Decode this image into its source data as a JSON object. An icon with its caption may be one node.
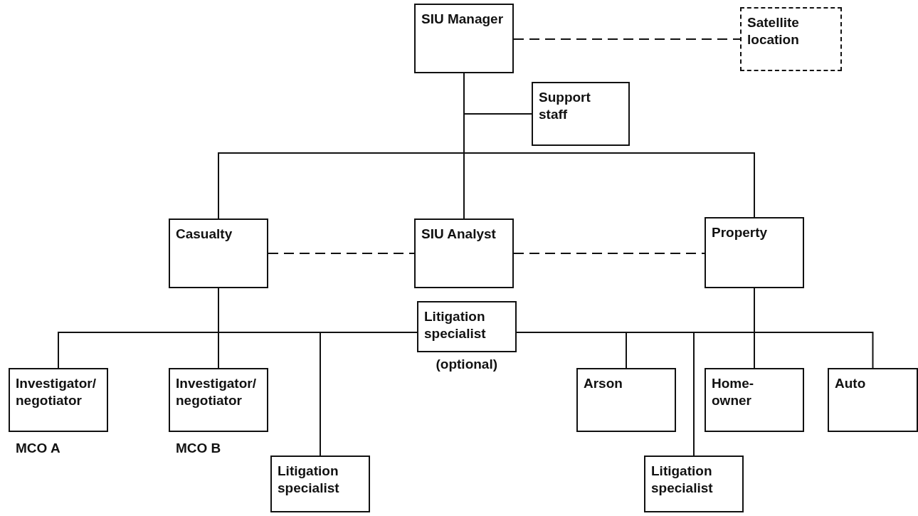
{
  "diagram": {
    "nodes": [
      {
        "text": [
          "SIU Manager"
        ]
      },
      {
        "text": [
          "Satellite location"
        ]
      },
      {
        "text": [
          "Support staff"
        ]
      },
      {
        "text": [
          "Casualty"
        ]
      },
      {
        "text": [
          "SIU Analyst"
        ]
      },
      {
        "text": [
          "Property"
        ]
      },
      {
        "text": [
          "Litigation specialist"
        ],
        "beside": [
          "(optional)"
        ]
      },
      {
        "text": [
          "Investigator/ negotiator"
        ],
        "beside": [
          "MCO A"
        ]
      },
      {
        "text": [
          "Investigator/ negotiator"
        ],
        "beside": [
          "MCO B"
        ]
      },
      {
        "text": [
          "Litigation specialist"
        ]
      },
      {
        "text": [
          "Arson"
        ]
      },
      {
        "text": [
          "Home- owner"
        ]
      },
      {
        "text": [
          "Auto"
        ]
      },
      {
        "text": [
          "Litigation specialist"
        ]
      }
    ],
    "edges": [
      {
        "from": 0,
        "to": 1,
        "arrow": "none",
        "style": "dashed"
      },
      {
        "from": 0,
        "to": 2,
        "arrow": "none"
      },
      {
        "from": 0,
        "to": 3,
        "arrow": "none"
      },
      {
        "from": 0,
        "to": 4,
        "arrow": "none"
      },
      {
        "from": 0,
        "to": 5,
        "arrow": "none"
      },
      {
        "from": 3,
        "to": 4,
        "arrow": "none",
        "style": "dashed"
      },
      {
        "from": 4,
        "to": 5,
        "arrow": "none",
        "style": "dashed"
      },
      {
        "from": 3,
        "to": 7,
        "arrow": "none"
      },
      {
        "from": 3,
        "to": 8,
        "arrow": "none"
      },
      {
        "from": 3,
        "to": 9,
        "arrow": "none"
      },
      {
        "from": 3,
        "to": 6,
        "arrow": "none"
      },
      {
        "from": 5,
        "to": 6,
        "arrow": "none"
      },
      {
        "from": 5,
        "to": 10,
        "arrow": "none"
      },
      {
        "from": 5,
        "to": 13,
        "arrow": "none"
      },
      {
        "from": 5,
        "to": 11,
        "arrow": "none"
      },
      {
        "from": 5,
        "to": 12,
        "arrow": "none"
      }
    ]
  }
}
